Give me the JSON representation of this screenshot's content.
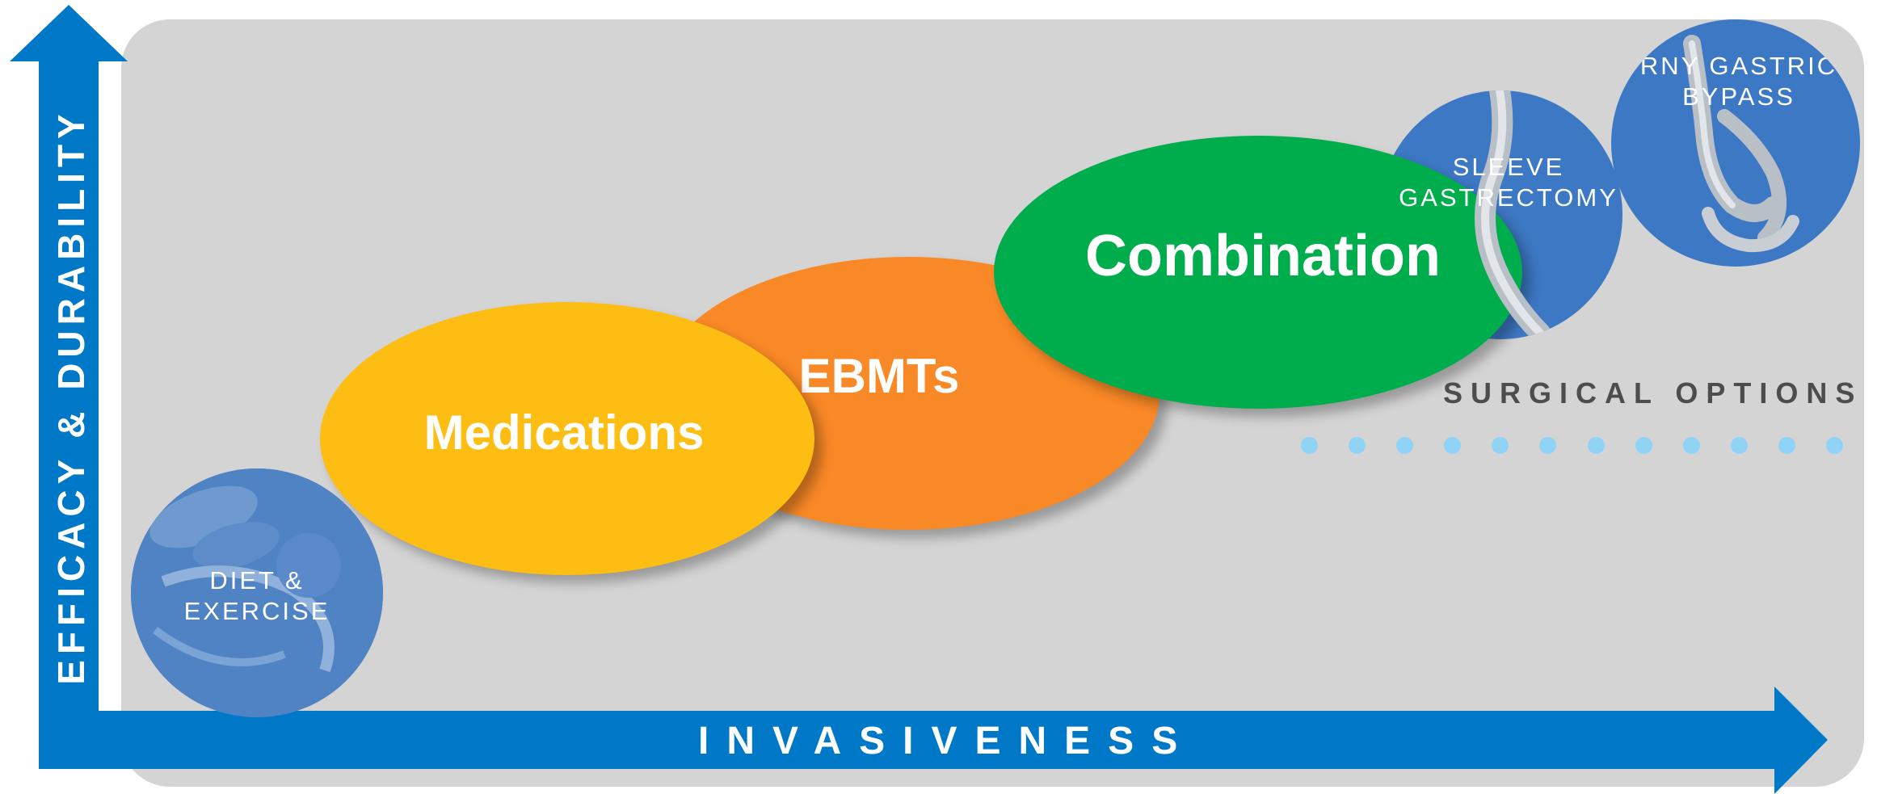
{
  "axes": {
    "y_label": "EFFICACY & DURABILITY",
    "x_label": "INVASIVENESS",
    "axis_color": "#0078c8"
  },
  "colors": {
    "panel_bg": "#d4d4d4",
    "medications": "#fdbd12",
    "ebmts": "#f98826",
    "combination": "#00ad4d",
    "circle_blue": "#3d78c4",
    "surgical_label": "#4d4d4d",
    "dots": "#8fd3f6"
  },
  "treatments": {
    "medications": "Medications",
    "ebmts": "EBMTs",
    "combination": "Combination"
  },
  "circles": {
    "diet": "DIET &\nEXERCISE",
    "sleeve": "SLEEVE\nGASTRECTOMY",
    "rny": "RNY GASTRIC\nBYPASS"
  },
  "surgical": {
    "label": "SURGICAL OPTIONS",
    "dot_count": 12
  }
}
